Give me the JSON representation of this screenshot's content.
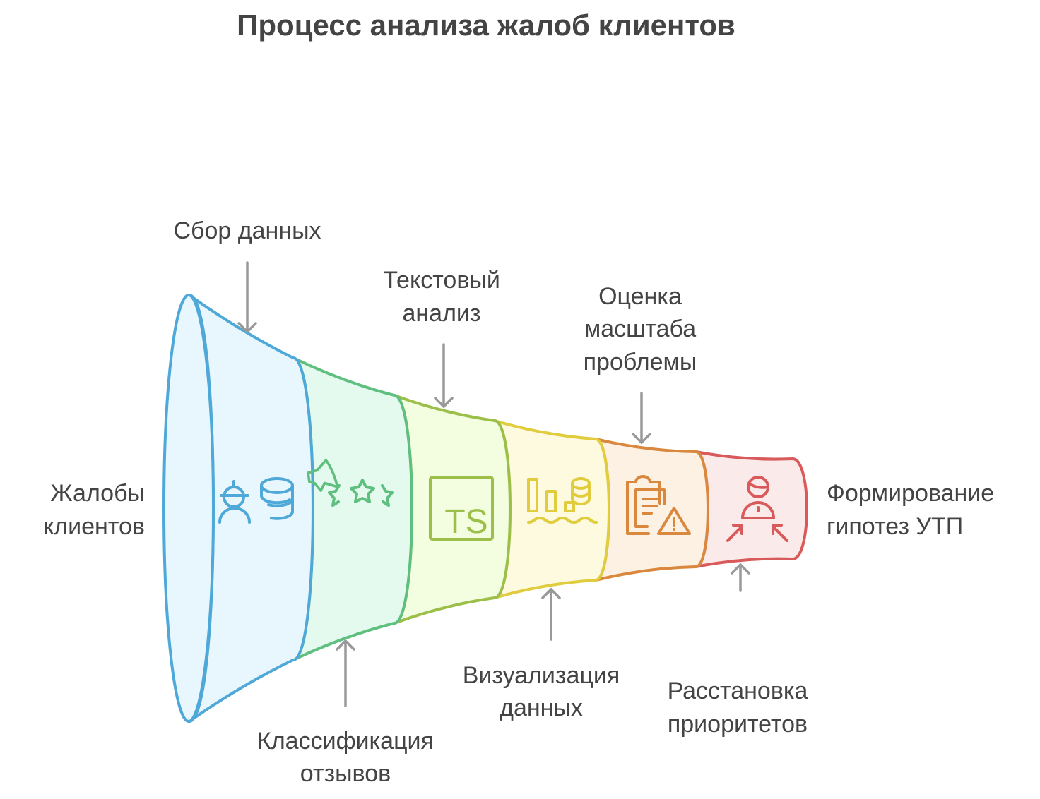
{
  "title": "Процесс анализа жалоб клиентов",
  "input_label": [
    "Жалобы",
    "клиентов"
  ],
  "output_label": [
    "Формирование",
    "гипотез УТП"
  ],
  "stages": [
    {
      "label": [
        "Сбор данных"
      ],
      "icon": "worker-database-icon",
      "color": "#4ea8d8",
      "fill": "#e8f6fd"
    },
    {
      "label": [
        "Классификация",
        "отзывов"
      ],
      "icon": "stars-rating-icon",
      "color": "#5fbf7f",
      "fill": "#e4faef"
    },
    {
      "label": [
        "Текстовый",
        "анализ"
      ],
      "icon": "ts-text-icon",
      "color": "#9cbf4a",
      "fill": "#f3fde0",
      "icon_text": "TS"
    },
    {
      "label": [
        "Визуализация",
        "данных"
      ],
      "icon": "bar-chart-database-icon",
      "color": "#e0cc3c",
      "fill": "#fdfadf"
    },
    {
      "label": [
        "Оценка",
        "масштаба",
        "проблемы"
      ],
      "icon": "clipboard-warning-icon",
      "color": "#d9883e",
      "fill": "#fdf1e4"
    },
    {
      "label": [
        "Расстановка",
        "приоритетов"
      ],
      "icon": "person-focus-icon",
      "color": "#d95a5a",
      "fill": "#fbeaea"
    }
  ]
}
